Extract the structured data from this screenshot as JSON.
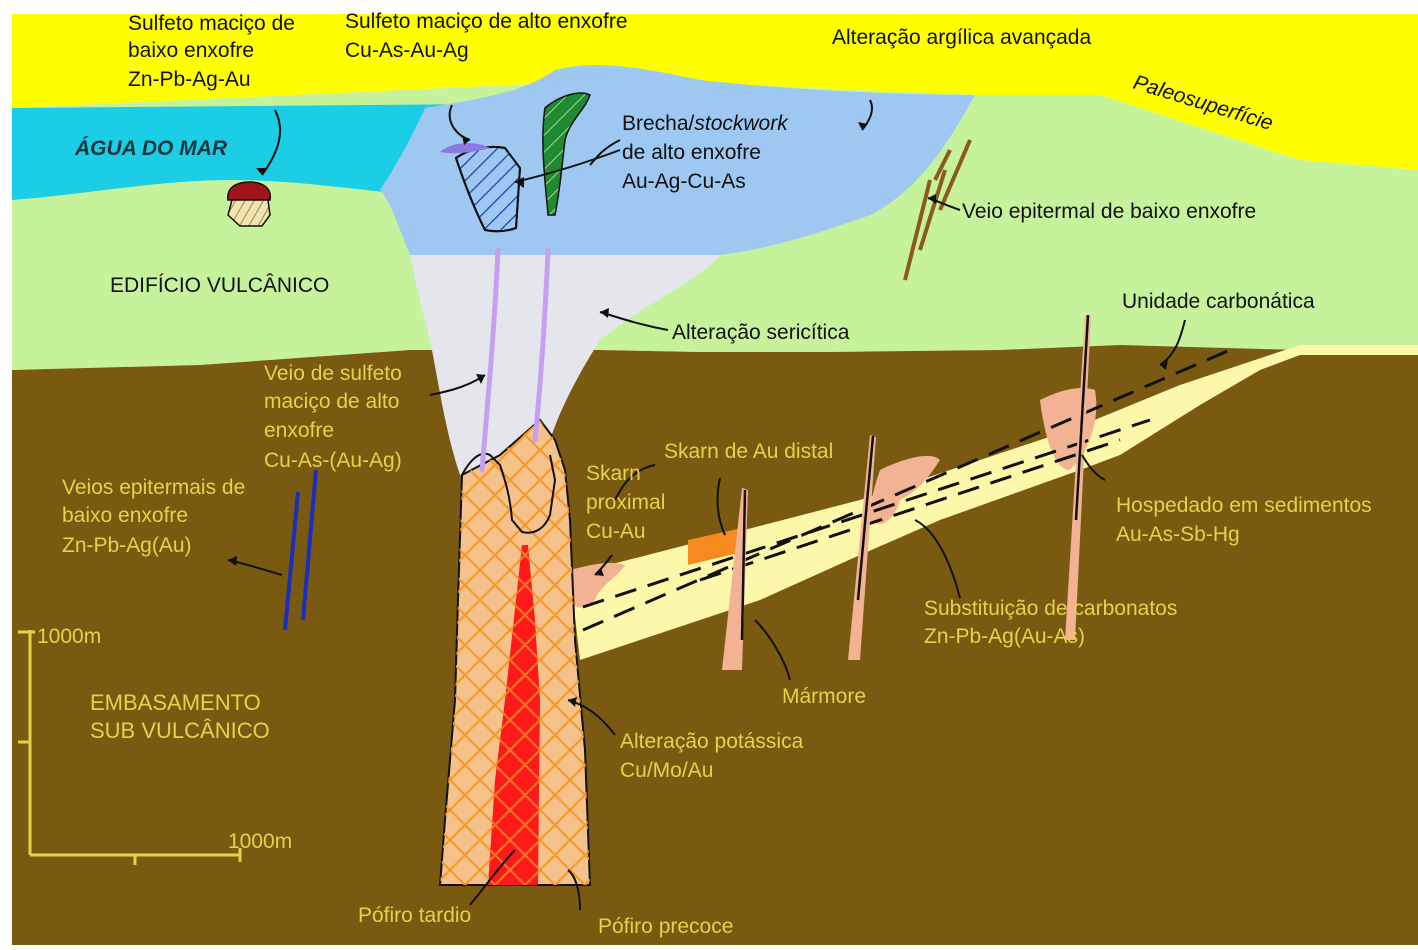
{
  "colors": {
    "sky": "#ffff00",
    "sea": "#1ccde6",
    "volcanic_edifice": "#c6f29c",
    "argillic": "#9ec7f2",
    "sericitic": "#e5e5ec",
    "basement": "#7a5a10",
    "porphyry_early": "#f6c28c",
    "porphyry_late": "#ff1a1a",
    "carbonate_unit": "#fdf7aa",
    "carbonate_replacement": "#f2b394",
    "skarn_distal": "#f58a1e",
    "label_yellow": "#e6d24a"
  },
  "labels": {
    "low_sulfide_massive": [
      "Sulfeto maciço de",
      "baixo enxofre",
      "Zn-Pb-Ag-Au"
    ],
    "high_sulfide_massive": [
      "Sulfeto maciço de alto enxofre",
      "Cu-As-Au-Ag"
    ],
    "advanced_argillic": "Alteração argílica avançada",
    "paleosurface": "Paleosuperfície",
    "sea_water": "ÁGUA DO MAR",
    "breccia": [
      "Brecha/",
      "stockwork",
      "de alto enxofre",
      "Au-Ag-Cu-As"
    ],
    "low_sulfide_epithermal_vein": "Veio epitermal de baixo enxofre",
    "volcanic_edifice": "EDIFÍCIO VULCÂNICO",
    "carbonate_unit": "Unidade carbonática",
    "sericitic": "Alteração sericítica",
    "massive_sulfide_vein": [
      "Veio de sulfeto",
      "maciço de alto",
      "enxofre",
      "Cu-As-(Au-Ag)"
    ],
    "distal_skarn": "Skarn de Au distal",
    "proximal_skarn": [
      "Skarn",
      "proximal",
      "Cu-Au"
    ],
    "epithermal_veins": [
      "Veios epitermais de",
      "baixo enxofre",
      "Zn-Pb-Ag(Au)"
    ],
    "sediment_hosted": [
      "Hospedado em sedimentos",
      "Au-As-Sb-Hg"
    ],
    "carbonate_replacement": [
      "Substituição de carbonatos",
      "Zn-Pb-Ag(Au-As)"
    ],
    "scale_vertical": "1000m",
    "scale_horizontal": "1000m",
    "basement": [
      "EMBASAMENTO",
      "SUB VULCÂNICO"
    ],
    "marble": "Mármore",
    "potassic": [
      "Alteração potássica",
      "Cu/Mo/Au"
    ],
    "late_porphyry": "Pófiro tardio",
    "early_porphyry": "Pófiro precoce"
  },
  "icons": {
    "massive_sulfide_body": "mound-icon",
    "breccia_blue": "hatched-breccia-icon",
    "breccia_green": "hatched-stockwork-icon"
  }
}
